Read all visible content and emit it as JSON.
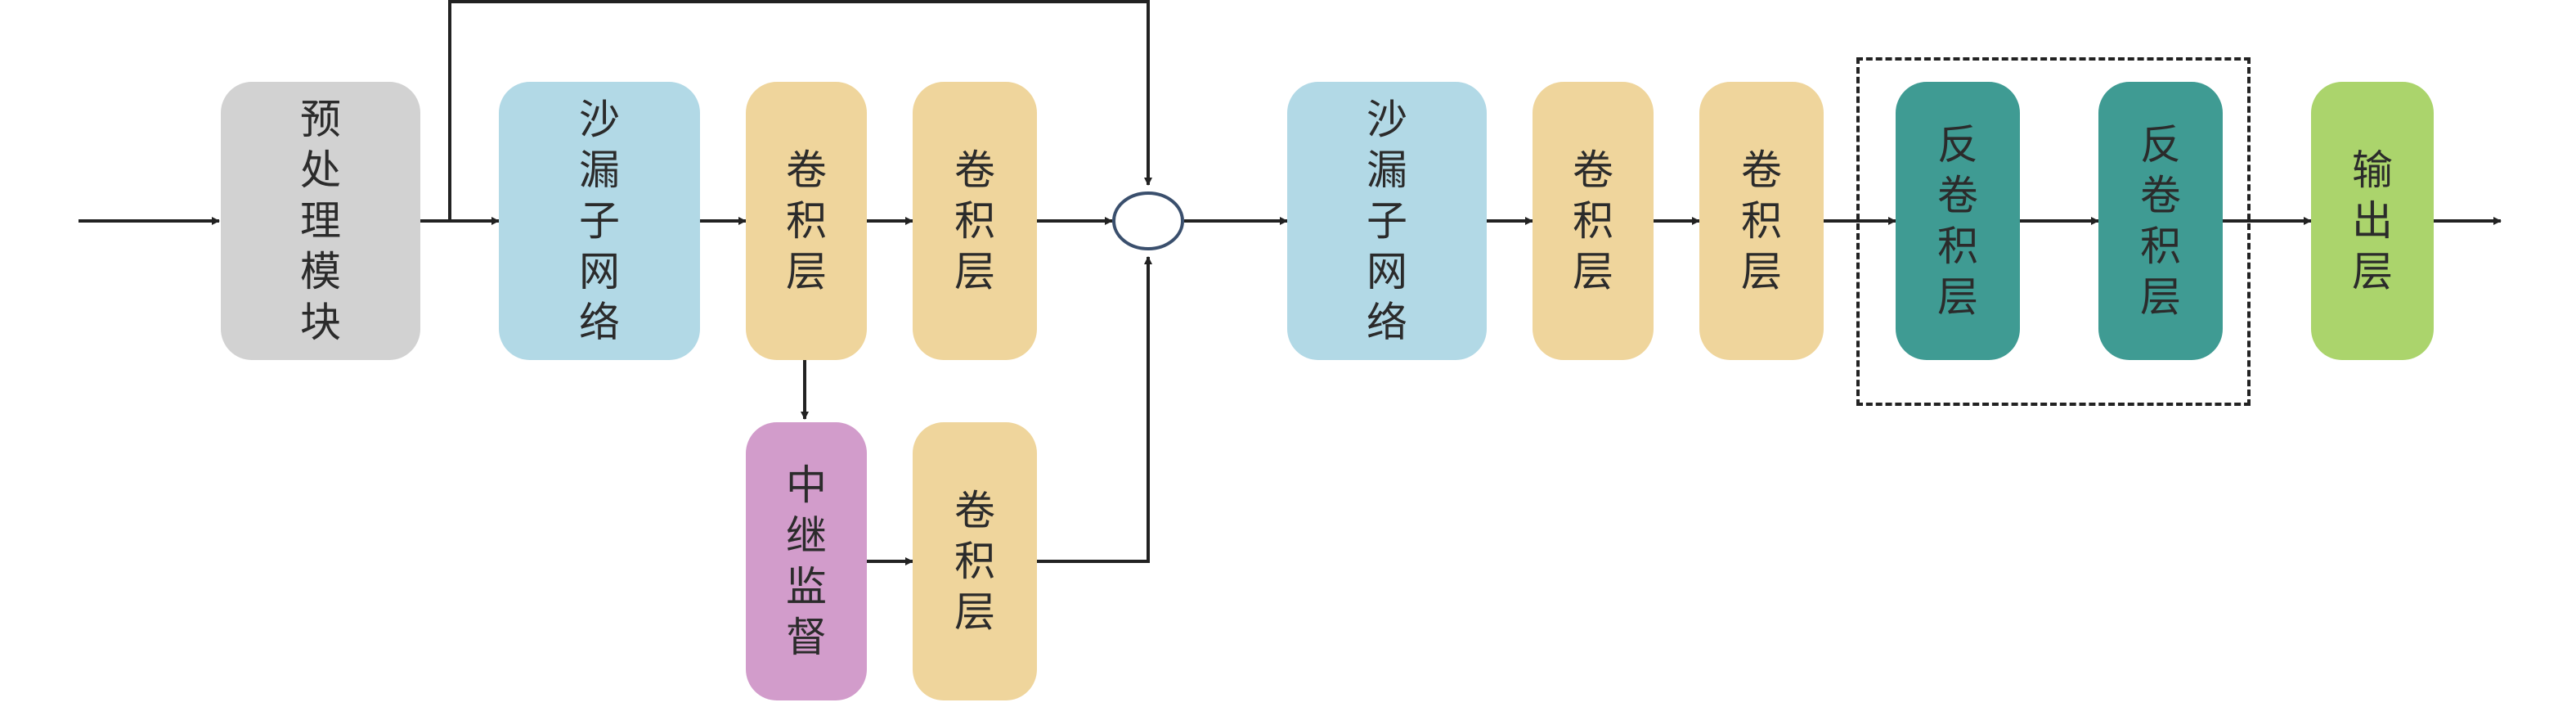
{
  "colors": {
    "preprocess": "#d2d2d2",
    "hourglass": "#b2d9e6",
    "conv": "#efd59c",
    "supervision": "#d29ccb",
    "deconv": "#3f9b93",
    "output": "#abd46c",
    "line": "#222222",
    "node_stroke": "#3a4f6d"
  },
  "blocks": {
    "preprocess": "预处理模块",
    "hourglass_1": "沙漏子网络",
    "conv_1": "卷积层",
    "conv_2": "卷积层",
    "supervision": "中继监督",
    "conv_branch": "卷积层",
    "hourglass_2": "沙漏子网络",
    "conv_3": "卷积层",
    "conv_4": "卷积层",
    "deconv_1": "反卷积层",
    "deconv_2": "反卷积层",
    "output": "输出层"
  }
}
